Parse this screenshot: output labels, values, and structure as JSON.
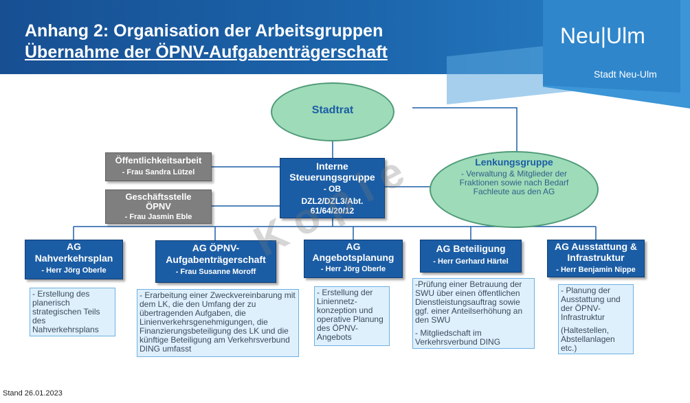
{
  "title": {
    "line1": "Anhang 2: Organisation der Arbeitsgruppen",
    "line2": "Übernahme der ÖPNV-Aufgabenträgerschaft"
  },
  "logo": {
    "main": "Neu|Ulm",
    "sub": "Stadt Neu-Ulm"
  },
  "stadtrat": "Stadtrat",
  "lenkungsgruppe": {
    "title": "Lenkungsgruppe",
    "desc": "- Verwaltung & Mitglieder der Fraktionen sowie nach Bedarf Fachleute aus den AG"
  },
  "steuerungsgruppe": {
    "title": "Interne Steuerungsgruppe",
    "line1": "- OB",
    "line2": "DZL2/DZL3/Abt. 61/64/20/12"
  },
  "oeffentlichkeit": {
    "title": "Öffentlichkeitsarbeit",
    "person": "- Frau Sandra Lützel"
  },
  "geschaeftsstelle": {
    "title": "Geschäftsstelle ÖPNV",
    "person": "- Frau Jasmin Eble"
  },
  "groups": [
    {
      "title": "AG Nahverkehrsplan",
      "person": "- Herr Jörg Oberle",
      "tasks": [
        "- Erstellung des planerisch strategischen Teils des Nahverkehrsplans"
      ]
    },
    {
      "title": "AG ÖPNV-Aufgabenträgerschaft",
      "person": "- Frau Susanne Moroff",
      "tasks": [
        "- Erarbeitung einer Zweckvereinbarung mit dem LK, die den Umfang der zu übertragenden Aufgaben, die Linienverkehrsgenehmigungen, die Finanzierungsbeteiligung des LK und die künftige Beteiligung am Verkehrsverbund DING umfasst"
      ]
    },
    {
      "title": "AG Angebotsplanung",
      "person": "- Herr Jörg Oberle",
      "tasks": [
        "- Erstellung der Liniennetz-konzeption und operative Planung des ÖPNV-Angebots"
      ]
    },
    {
      "title": "AG Beteiligung",
      "person": "- Herr Gerhard Härtel",
      "tasks": [
        "-Prüfung einer Betrauung der SWU über einen öffentlichen Dienstleistungsauftrag sowie ggf. einer Anteilserhöhung an den SWU",
        "- Mitgliedschaft im Verkehrsverbund DING"
      ]
    },
    {
      "title": "AG Ausstattung & Infrastruktur",
      "person": "- Herr Benjamin Nippe",
      "tasks": [
        "- Planung der Ausstattung und der ÖPNV-Infrastruktur",
        "(Haltestellen, Abstellanlagen etc.)"
      ]
    }
  ],
  "watermark": "Kopie",
  "footer": {
    "stand": "Stand 26.01.2023"
  },
  "colors": {
    "header_blue": "#1b5da5",
    "box_blue": "#1b5da5",
    "box_grey": "#7f7f7f",
    "ellipse_green": "#9edbb8",
    "task_bg": "#dff0fd"
  }
}
